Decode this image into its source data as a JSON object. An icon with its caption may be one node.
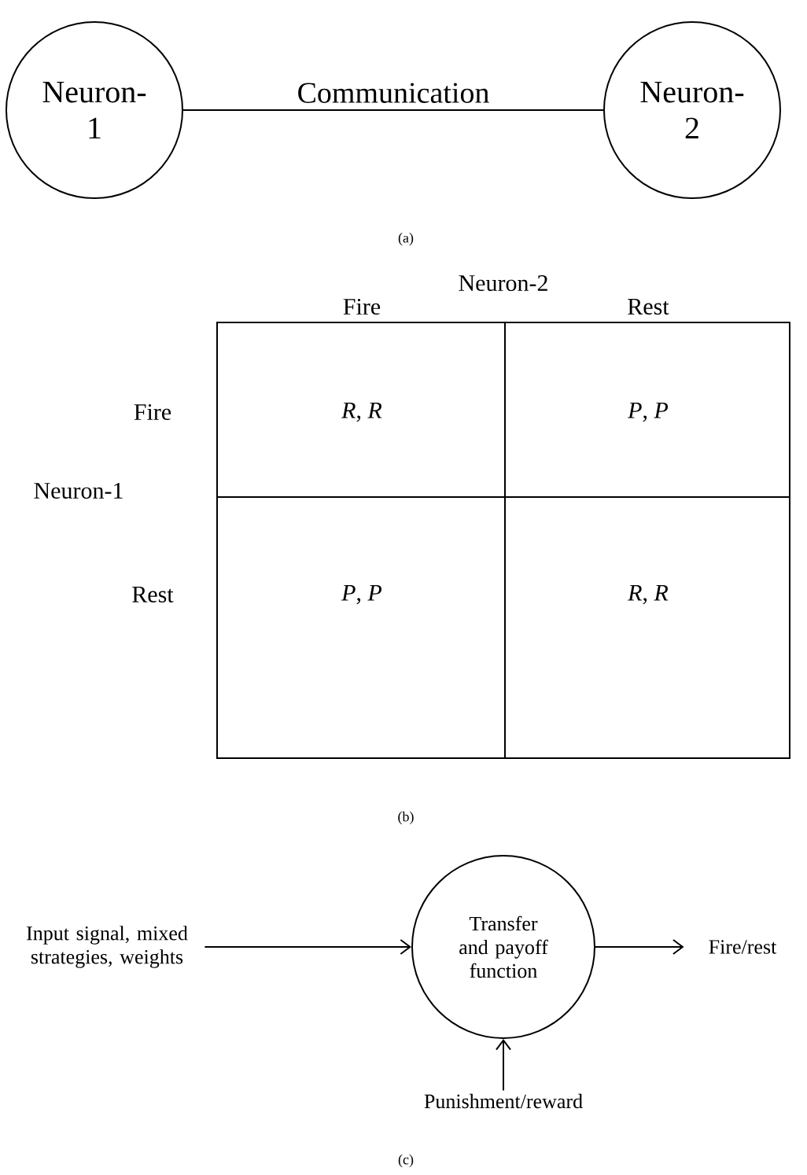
{
  "diagram": {
    "nodes": [
      {
        "text": [
          "Neuron-1"
        ]
      },
      {
        "text": [
          "Neuron-2"
        ]
      },
      {
        "text": [
          "Transfer and payoff function"
        ]
      },
      {
        "text": [
          "Input signal, mixed strategies, weights"
        ]
      },
      {
        "text": [
          "Fire/rest"
        ]
      },
      {
        "text": [
          "Punishment/reward"
        ]
      }
    ],
    "edges": [
      {
        "from": 0,
        "to": 1,
        "arrow": "none",
        "label": "Communication"
      },
      {
        "from": 3,
        "to": 2,
        "arrow": "to"
      },
      {
        "from": 2,
        "to": 4,
        "arrow": "to"
      },
      {
        "from": 5,
        "to": 2,
        "arrow": "to"
      }
    ],
    "labels": [
      "(a)",
      "Neuron-2",
      "Fire",
      "Rest",
      "Fire",
      "Neuron-1",
      "Rest",
      "*R*, *R*",
      "*P*, *P*",
      "*P*, *P*",
      "*R*, *R*",
      "(b)",
      "(c)"
    ]
  }
}
